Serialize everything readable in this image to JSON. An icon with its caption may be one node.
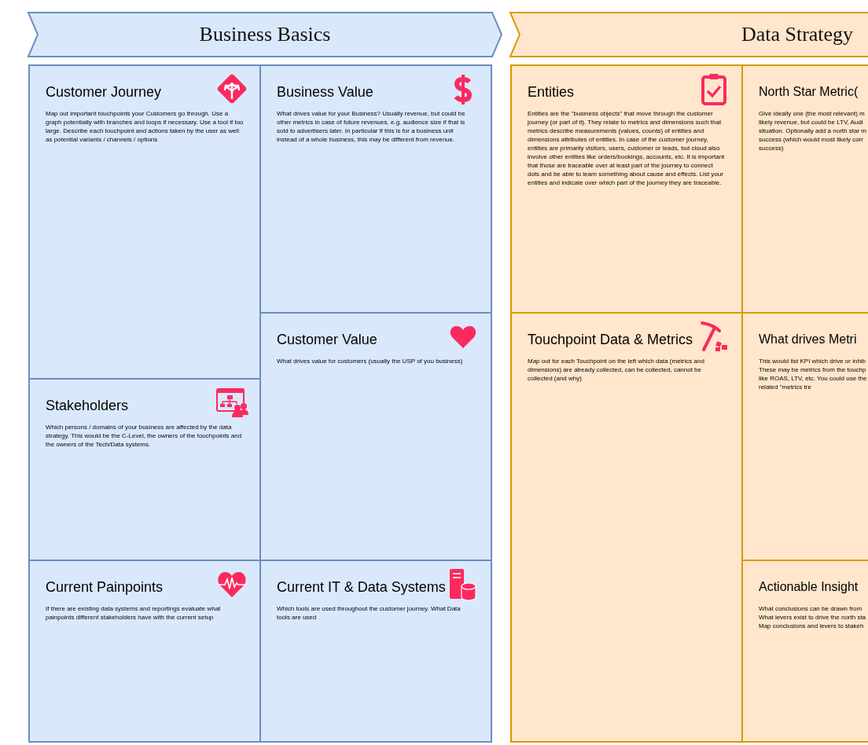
{
  "diagram": {
    "nodes": [
      {
        "text": [
          "Business Basics"
        ]
      },
      {
        "text": [
          "Customer Journey",
          "Map out important touchpoints your Customers go through. Use a graph potentially with branches and loops if necessary. Use a tool if too large. Describe each touchpoint and actions taken by the user as well as potential variants / channels / options"
        ]
      },
      {
        "text": [
          "Business Value",
          "What drives value for your Business? Usually revenue, but could be other metrics in case of future revenues, e.g. audience size if that is sold to advertisers later. In particular if this is for a business unit instead of a whole business, this may be different from revenue."
        ]
      },
      {
        "text": [
          "Customer Value",
          "What drives value for customers (usually the USP of you business)"
        ]
      },
      {
        "text": [
          "Stakeholders",
          "Which persons / domains of your business are affected by the data strategy. This would be the C-Level, the owners of the touchpoints and the owners of the Tech/Data systems."
        ]
      },
      {
        "text": [
          "Current Painpoints",
          "If there are existing data systems and reportings evaluate what painpoints different stakeholders have with the current setup"
        ]
      },
      {
        "text": [
          "Current IT & Data Systems",
          "Which tools are used throughout the customer journey. What Data tools are used"
        ]
      },
      {
        "text": [
          "Data Strategy"
        ]
      },
      {
        "text": [
          "Entities",
          "Entities are the \"business objects\" that move through the customer journey (or part of it). They relate to metrics and dimensions such that metrics describe measurements (values, counts) of entities and dimensions attributes of entities. In case of the customer journey, entities are primarily visitors, users, customer or leads, but cloud also involve other entities like orders/bookings, accounts, etc. It is important that those are traceable over at least part of the journey to connect dots and be able to learn something about cause and effects. List your entities and indicate over which part of the journey they are traceable."
        ]
      },
      {
        "text": [
          "North Star Metric(",
          "Give ideally one (the most relevant) m likely revenue, but could be LTV, Audi situation. Optionally add a north star m success (which would most likely corr success)"
        ]
      },
      {
        "text": [
          "Touchpoint Data & Metrics",
          "Map out for each Touchpoint on the left which data (metrics and dimensions) are already collected, can be collected, cannot be collected (and why)"
        ]
      },
      {
        "text": [
          "What drives Metri",
          "This would list KPI which drive or inhib These may be metrics from the touchp like ROAS, LTV, etc. You could use the related \"metrics tre"
        ]
      },
      {
        "text": [
          "Actionable Insight",
          "What conclusions can be drawn from What levers exist to drive the north sta Map conclusions and levers to stakeh"
        ]
      }
    ]
  }
}
